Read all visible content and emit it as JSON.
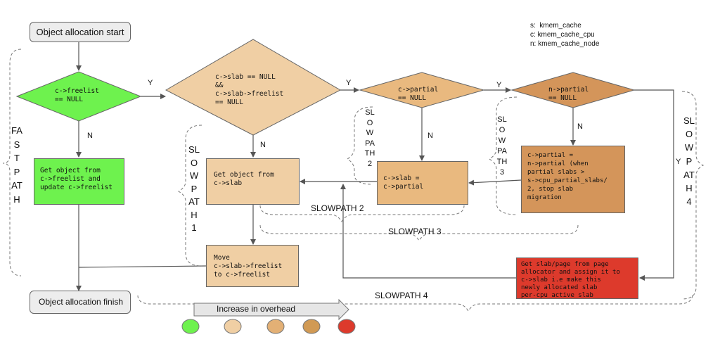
{
  "legend": {
    "s": "s:  kmem_cache",
    "c": "c: kmem_cache_cpu",
    "n": "n: kmem_cache_node"
  },
  "nodes": {
    "start": "Object allocation start",
    "finish": "Object allocation finish",
    "freelist_check": "c->freelist\n== NULL",
    "slab_check": "c->slab == NULL\n&&\nc->slab->freelist\n== NULL",
    "c_partial_check": "c->partial\n== NULL",
    "n_partial_check": "n->partial\n== NULL",
    "fast_get": "Get object from\nc->freelist and\nupdate c->freelist",
    "get_from_slab": "Get object from\nc->slab",
    "move_freelist": "Move\nc->slab->freelist\nto c->freelist",
    "slab_eq_partial": "c->slab =\nc->partial",
    "c_partial_eq_n": "c->partial =\nn->partial (when\npartial slabs >\ns->cpu_partial_slabs/\n2, stop slab\nmigration",
    "page_alloc": "Get slab/page from page\nallocator and assign it to\nc->slab i.e make this\nnewly allocated slab\nper-cpu active slab"
  },
  "edge_labels": {
    "y": "Y",
    "n": "N"
  },
  "paths": {
    "fastpath": "FASTPATH",
    "slowpath1": "SLOWPATH1",
    "slowpath2_v": "SLOWPATH2",
    "slowpath3_v": "SLOWPATH3",
    "slowpath4_v": "SLOWPATH4",
    "slowpath2": "SLOWPATH 2",
    "slowpath3": "SLOWPATH 3",
    "slowpath4": "SLOWPATH 4"
  },
  "overhead": {
    "label": "Increase in overhead",
    "colors": [
      "#6ef24e",
      "#f0cfa4",
      "#e3b075",
      "#d19a54",
      "#dd3a2c"
    ]
  },
  "colors": {
    "green": "#6ef24e",
    "light_tan": "#f0cfa4",
    "tan": "#e9b97f",
    "brown": "#d4955a",
    "red": "#dd3a2c",
    "grey": "#ededed"
  }
}
